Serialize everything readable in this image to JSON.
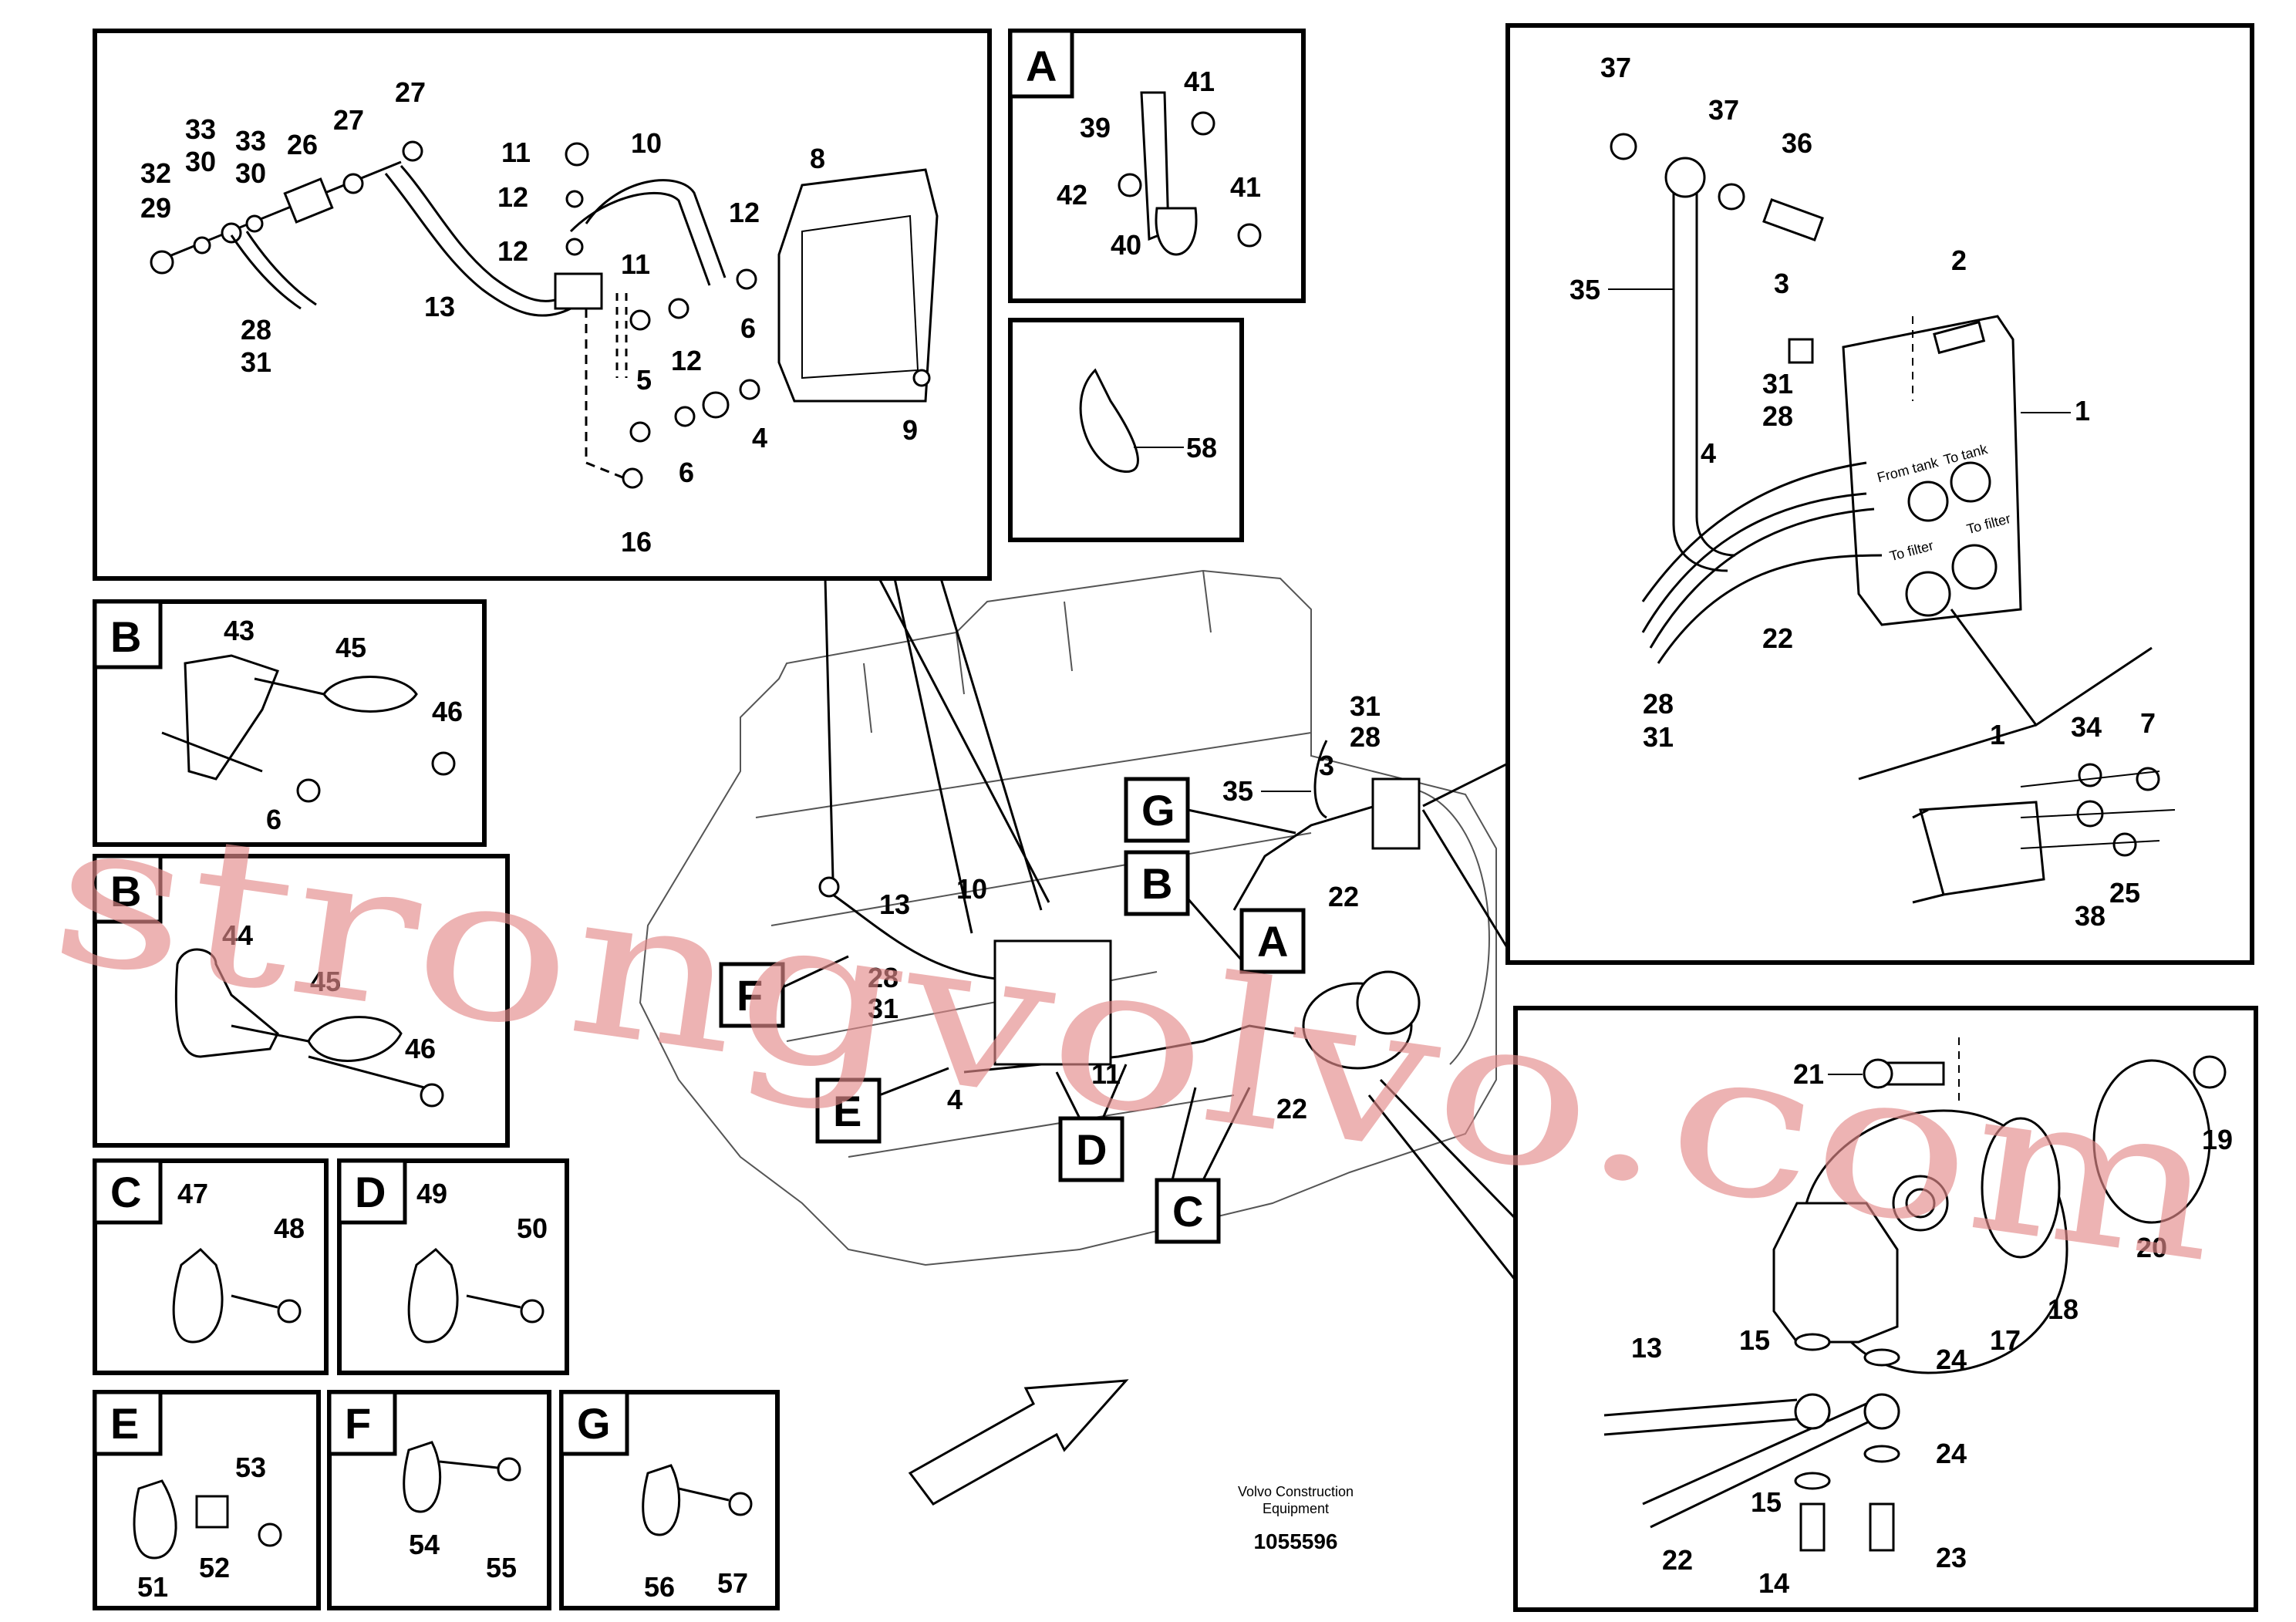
{
  "watermark": "strongvolvo.com",
  "caption": {
    "line1": "Volvo Construction",
    "line2": "Equipment",
    "doc_number": "1055596"
  },
  "views": {
    "A": "A",
    "B1": "B",
    "B2": "B",
    "C": "C",
    "D": "D",
    "E": "E",
    "F": "F",
    "G": "G"
  },
  "main_view_letters": {
    "G": "G",
    "B": "B",
    "A": "A",
    "F": "F",
    "E": "E",
    "D": "D",
    "C": "C"
  },
  "panel_top_left": {
    "c32": "32",
    "c29": "29",
    "c33a": "33",
    "c30a": "30",
    "c33b": "33",
    "c30b": "30",
    "c26": "26",
    "c27a": "27",
    "c27b": "27",
    "c13": "13",
    "c28": "28",
    "c31": "31",
    "c11a": "11",
    "c12a": "12",
    "c10": "10",
    "c12b": "12",
    "c8": "8",
    "c12c": "12",
    "c11b": "11",
    "c12d": "12",
    "c6a": "6",
    "c5": "5",
    "c6b": "6",
    "c4": "4",
    "c9": "9",
    "c16": "16"
  },
  "panel_A": {
    "c41a": "41",
    "c39": "39",
    "c42": "42",
    "c41b": "41",
    "c40": "40"
  },
  "panel_58": {
    "c58": "58"
  },
  "panel_B1": {
    "c43": "43",
    "c45": "45",
    "c46": "46",
    "c6": "6"
  },
  "panel_B2": {
    "c44": "44",
    "c45": "45",
    "c46": "46"
  },
  "panel_C": {
    "c47": "47",
    "c48": "48"
  },
  "panel_D": {
    "c49": "49",
    "c50": "50"
  },
  "panel_E": {
    "c53": "53",
    "c51": "51",
    "c52": "52"
  },
  "panel_F": {
    "c54": "54",
    "c55": "55"
  },
  "panel_G": {
    "c56": "56",
    "c57": "57"
  },
  "panel_top_right": {
    "c37a": "37",
    "c37b": "37",
    "c36": "36",
    "c35": "35",
    "c3": "3",
    "c2": "2",
    "c31": "31",
    "c28": "28",
    "c1a": "1",
    "c4": "4",
    "c22": "22",
    "c28b": "28",
    "c31b": "31",
    "c1b": "1",
    "c34": "34",
    "c7": "7",
    "c38": "38",
    "c25": "25",
    "port_from_tank": "From tank",
    "port_to_tank": "To tank",
    "port_to_filter_a": "To filter",
    "port_to_filter_b": "To filter"
  },
  "panel_bottom_right": {
    "c21": "21",
    "c19": "19",
    "c20": "20",
    "c18": "18",
    "c17": "17",
    "c13": "13",
    "c15a": "15",
    "c24a": "24",
    "c24b": "24",
    "c15b": "15",
    "c22": "22",
    "c14": "14",
    "c23": "23"
  },
  "main_view": {
    "c31": "31",
    "c28": "28",
    "c35": "35",
    "c3": "3",
    "c22a": "22",
    "c13": "13",
    "c10": "10",
    "c28b": "28",
    "c31b": "31",
    "c4": "4",
    "c22b": "22",
    "c11": "11"
  }
}
